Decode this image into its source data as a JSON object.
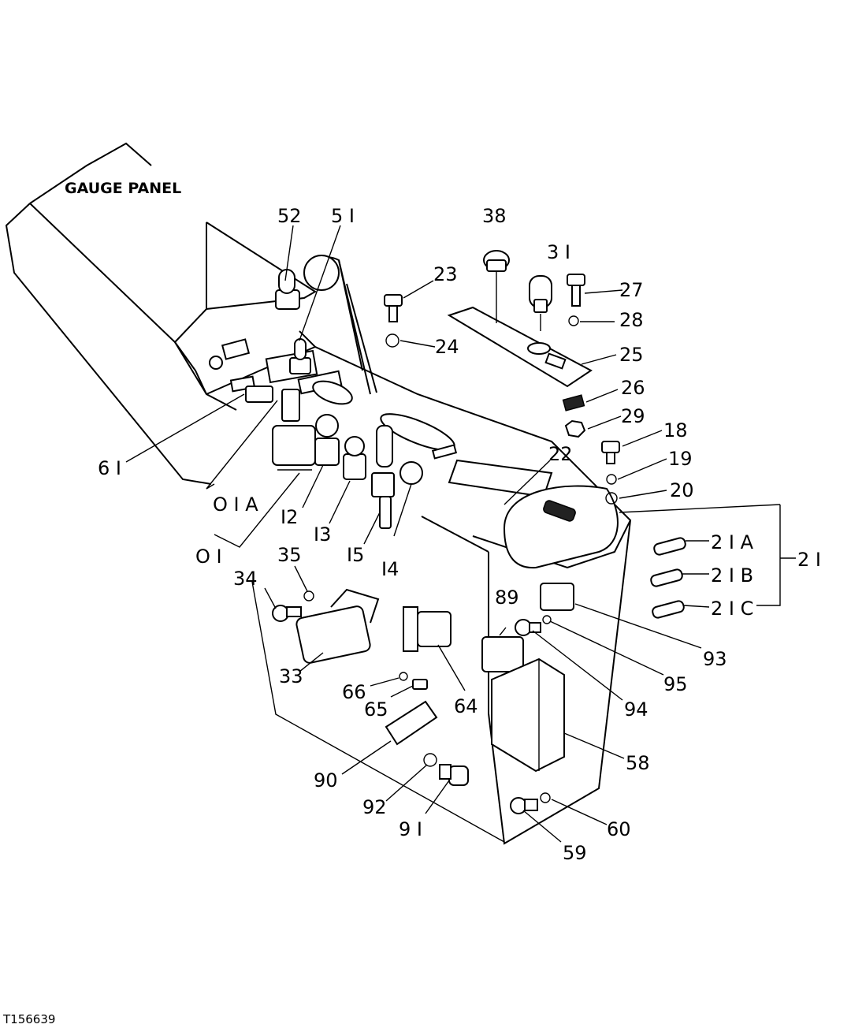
{
  "title": "GAUGE PANEL",
  "figure_id": "T156639",
  "callouts": [
    {
      "id": "52",
      "label": "52"
    },
    {
      "id": "51",
      "label": "5 I"
    },
    {
      "id": "38",
      "label": "38"
    },
    {
      "id": "31",
      "label": "3 I"
    },
    {
      "id": "23",
      "label": "23"
    },
    {
      "id": "27",
      "label": "27"
    },
    {
      "id": "24",
      "label": "24"
    },
    {
      "id": "28",
      "label": "28"
    },
    {
      "id": "25",
      "label": "25"
    },
    {
      "id": "26",
      "label": "26"
    },
    {
      "id": "29",
      "label": "29"
    },
    {
      "id": "18",
      "label": "18"
    },
    {
      "id": "19",
      "label": "19"
    },
    {
      "id": "20",
      "label": "20"
    },
    {
      "id": "22",
      "label": "22"
    },
    {
      "id": "61",
      "label": "6 I"
    },
    {
      "id": "01a",
      "label": "O I A"
    },
    {
      "id": "12",
      "label": "I2"
    },
    {
      "id": "13",
      "label": "I3"
    },
    {
      "id": "15",
      "label": "I5"
    },
    {
      "id": "14",
      "label": "I4"
    },
    {
      "id": "01",
      "label": "O I"
    },
    {
      "id": "21a",
      "label": "2 I A"
    },
    {
      "id": "21b",
      "label": "2 I B"
    },
    {
      "id": "21c",
      "label": "2 I C"
    },
    {
      "id": "21",
      "label": "2 I"
    },
    {
      "id": "35",
      "label": "35"
    },
    {
      "id": "34",
      "label": "34"
    },
    {
      "id": "89",
      "label": "89"
    },
    {
      "id": "33",
      "label": "33"
    },
    {
      "id": "66",
      "label": "66"
    },
    {
      "id": "65",
      "label": "65"
    },
    {
      "id": "64",
      "label": "64"
    },
    {
      "id": "93",
      "label": "93"
    },
    {
      "id": "95",
      "label": "95"
    },
    {
      "id": "94",
      "label": "94"
    },
    {
      "id": "58",
      "label": "58"
    },
    {
      "id": "90",
      "label": "90"
    },
    {
      "id": "92",
      "label": "92"
    },
    {
      "id": "91",
      "label": "9 I"
    },
    {
      "id": "60",
      "label": "60"
    },
    {
      "id": "59",
      "label": "59"
    }
  ]
}
